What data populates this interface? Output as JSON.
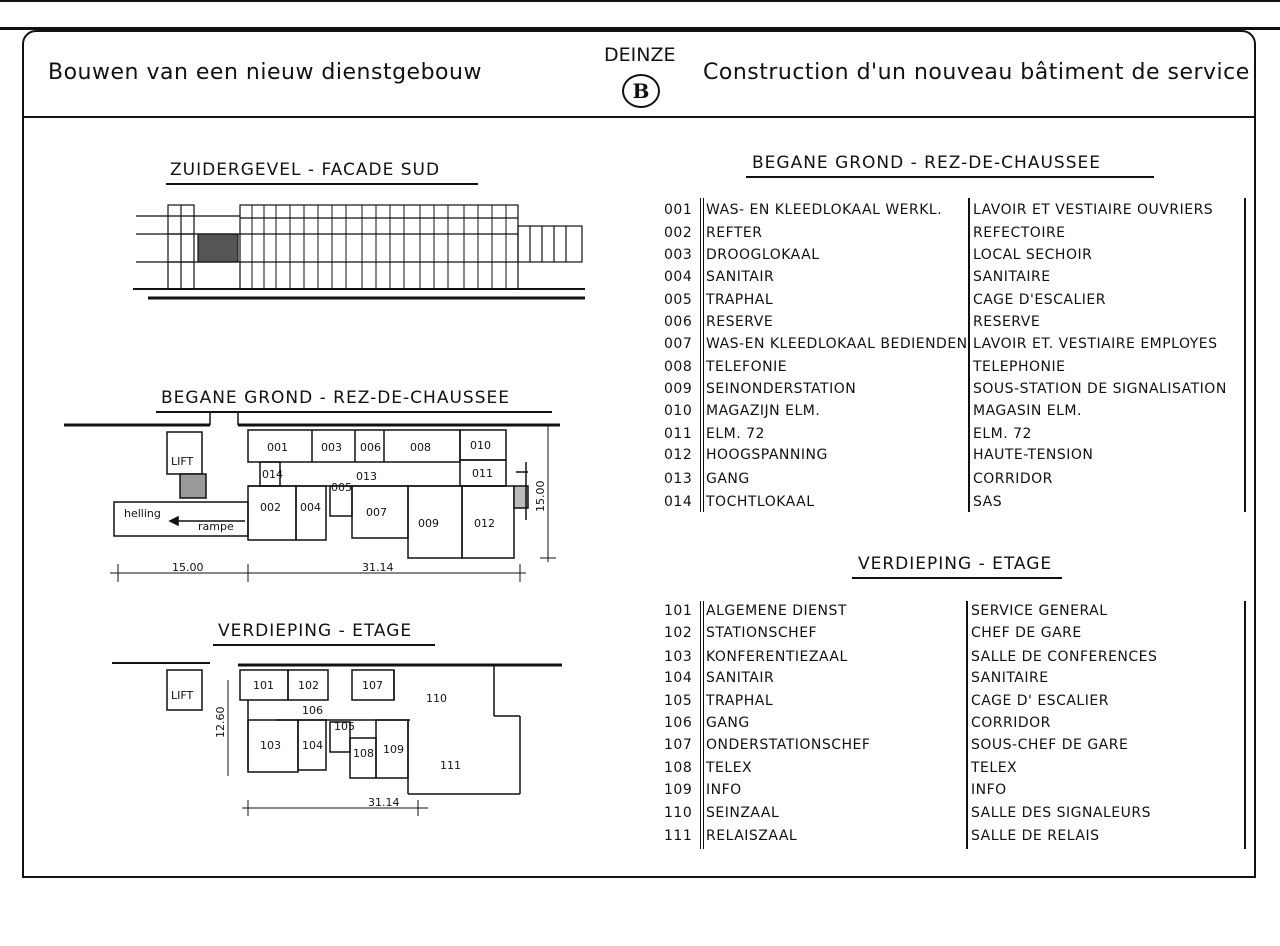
{
  "header": {
    "title_nl": "Bouwen van een nieuw dienstgebouw",
    "city": "DEINZE",
    "logo": "B",
    "title_fr": "Construction d'un nouveau bâtiment de service"
  },
  "left": {
    "facade_title": "ZUIDERGEVEL - FACADE SUD",
    "ground_title": "BEGANE GROND - REZ-DE-CHAUSSEE",
    "upper_title": "VERDIEPING - ETAGE",
    "ground_rooms": [
      "001",
      "003",
      "006",
      "008",
      "010",
      "014",
      "013",
      "011",
      "005",
      "002",
      "004",
      "007",
      "009",
      "012"
    ],
    "ground_labels": {
      "lift": "LIFT",
      "helling": "helling",
      "rampe": "rampe",
      "dim_a": "15.00",
      "dim_b": "31.14",
      "dim_c": "15.00"
    },
    "upper_rooms": [
      "101",
      "102",
      "107",
      "110",
      "106",
      "105",
      "103",
      "104",
      "108",
      "109",
      "111"
    ],
    "upper_labels": {
      "lift": "LIFT",
      "dim_a": "12.60",
      "dim_b": "31.14"
    }
  },
  "right": {
    "ground_title": "BEGANE GROND - REZ-DE-CHAUSSEE",
    "ground_rows": [
      {
        "code": "001",
        "nl": "WAS- EN KLEEDLOKAAL WERKL.",
        "fr": "LAVOIR ET VESTIAIRE OUVRIERS"
      },
      {
        "code": "002",
        "nl": "REFTER",
        "fr": "REFECTOIRE"
      },
      {
        "code": "003",
        "nl": "DROOGLOKAAL",
        "fr": "LOCAL SECHOIR"
      },
      {
        "code": "004",
        "nl": "SANITAIR",
        "fr": "SANITAIRE"
      },
      {
        "code": "005",
        "nl": "TRAPHAL",
        "fr": "CAGE D'ESCALIER"
      },
      {
        "code": "006",
        "nl": "RESERVE",
        "fr": "RESERVE"
      },
      {
        "code": "007",
        "nl": "WAS-EN KLEEDLOKAAL BEDIENDEN",
        "fr": "LAVOIR ET. VESTIAIRE EMPLOYES"
      },
      {
        "code": "008",
        "nl": "TELEFONIE",
        "fr": "TELEPHONIE"
      },
      {
        "code": "009",
        "nl": "SEINONDERSTATION",
        "fr": "SOUS-STATION DE SIGNALISATION"
      },
      {
        "code": "010",
        "nl": "MAGAZIJN ELM.",
        "fr": "MAGASIN ELM."
      },
      {
        "code": "011",
        "nl": "ELM. 72",
        "fr": "ELM. 72"
      },
      {
        "code": "012",
        "nl": "HOOGSPANNING",
        "fr": "HAUTE-TENSION"
      },
      {
        "code": "013",
        "nl": "GANG",
        "fr": "CORRIDOR"
      },
      {
        "code": "014",
        "nl": "TOCHTLOKAAL",
        "fr": "SAS"
      }
    ],
    "upper_title": "VERDIEPING - ETAGE",
    "upper_rows": [
      {
        "code": "101",
        "nl": "ALGEMENE DIENST",
        "fr": "SERVICE GENERAL"
      },
      {
        "code": "102",
        "nl": "STATIONSCHEF",
        "fr": "CHEF DE GARE"
      },
      {
        "code": "103",
        "nl": "KONFERENTIEZAAL",
        "fr": "SALLE DE CONFERENCES"
      },
      {
        "code": "104",
        "nl": "SANITAIR",
        "fr": "SANITAIRE"
      },
      {
        "code": "105",
        "nl": "TRAPHAL",
        "fr": "CAGE D' ESCALIER"
      },
      {
        "code": "106",
        "nl": "GANG",
        "fr": "CORRIDOR"
      },
      {
        "code": "107",
        "nl": "ONDERSTATIONSCHEF",
        "fr": "SOUS-CHEF DE GARE"
      },
      {
        "code": "108",
        "nl": "TELEX",
        "fr": "TELEX"
      },
      {
        "code": "109",
        "nl": "INFO",
        "fr": "INFO"
      },
      {
        "code": "110",
        "nl": "SEINZAAL",
        "fr": "SALLE DES SIGNALEURS"
      },
      {
        "code": "111",
        "nl": "RELAISZAAL",
        "fr": "SALLE DE RELAIS"
      }
    ]
  }
}
